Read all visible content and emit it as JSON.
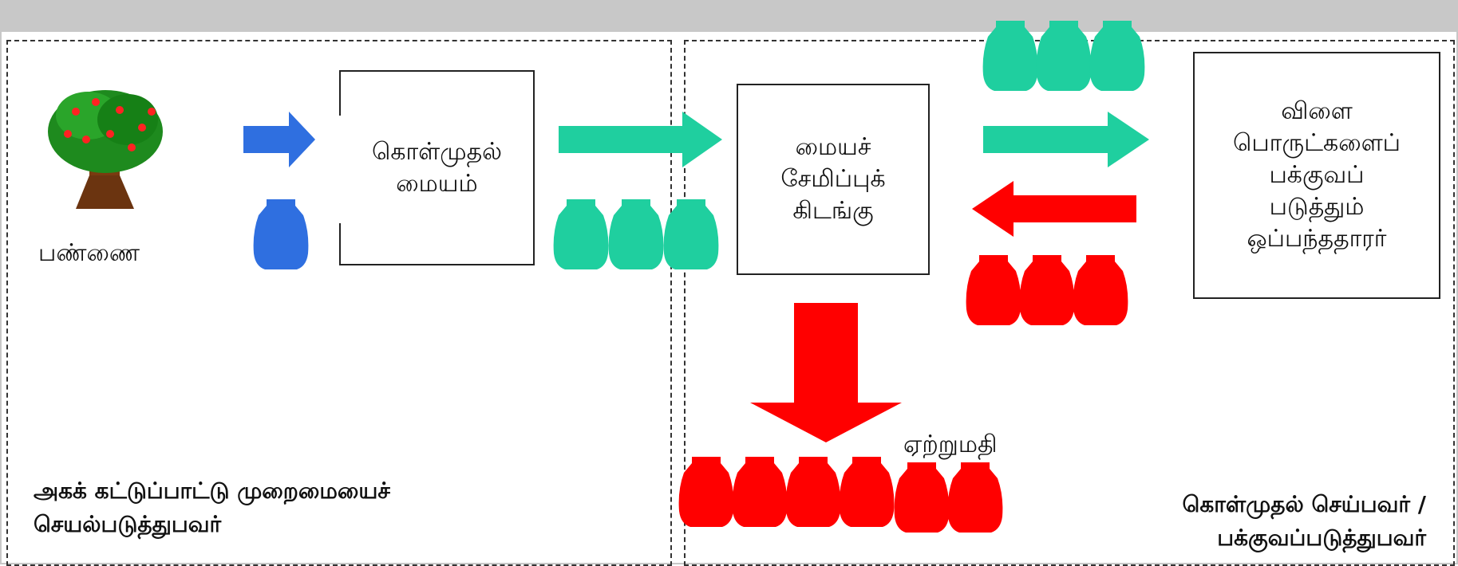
{
  "diagram": {
    "farm_label": "பண்ணை",
    "procurement_center": [
      "கொள்முதல்",
      "மையம்"
    ],
    "central_warehouse": [
      "மையச்",
      "சேமிப்புக்",
      "கிடங்கு"
    ],
    "processor_contractor": [
      "விளை",
      "பொருட்களைப்",
      "பக்குவப்",
      "படுத்தும்",
      "ஒப்பந்ததாரர்"
    ],
    "export_label": "ஏற்றுமதி",
    "left_footer": [
      "அகக் கட்டுப்பாட்டு முறைமையைச்",
      "செயல்படுத்துபவர்"
    ],
    "right_footer": [
      "கொள்முதல் செய்பவர் /",
      "பக்குவப்படுத்துபவர்"
    ],
    "colors": {
      "blue": "#2f6fe0",
      "green": "#1fcf9f",
      "red": "#ff0000"
    }
  }
}
